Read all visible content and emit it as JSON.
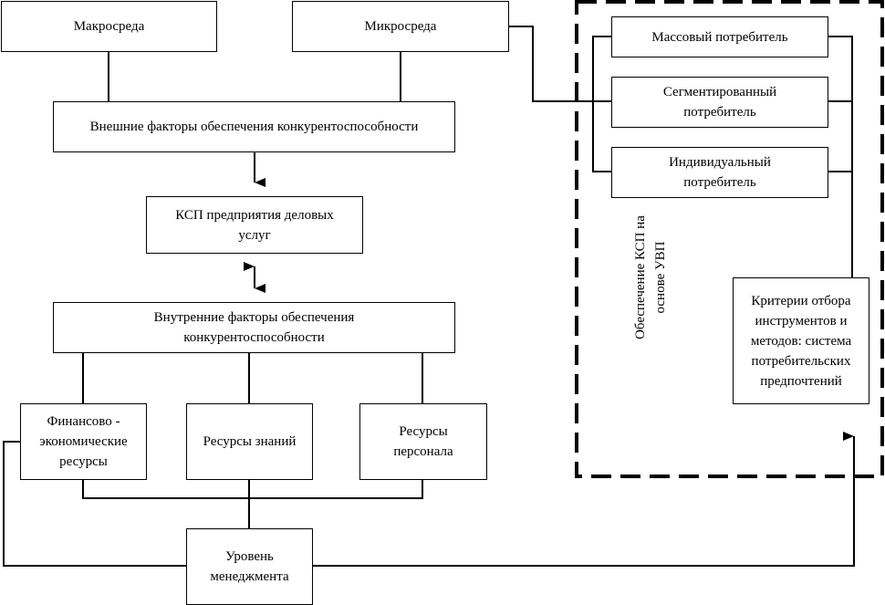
{
  "diagram": {
    "nodes": {
      "macro_env": "Макросреда",
      "micro_env": "Микросреда",
      "external_factors": "Внешние факторы обеспечения конкурентоспособности",
      "ksp": "КСП предприятия  деловых\nуслуг",
      "internal_factors": "Внутренние факторы обеспечения\nконкурентоспособности",
      "financial_resources": "Финансово -\nэкономические\nресурсы",
      "knowledge_resources": "Ресурсы знаний",
      "personnel_resources": "Ресурсы\nперсонала",
      "management_level": "Уровень\nменеджмента",
      "mass_consumer": "Массовый потребитель",
      "segmented_consumer": "Сегментированный\nпотребитель",
      "individual_consumer": "Индивидуальный\nпотребитель",
      "selection_criteria": "Критерии отбора\nинструментов и\nметодов: система\nпотребительских\nпредпочтений"
    },
    "group_label": "Обеспечение КСП на\nоснове УВП"
  }
}
